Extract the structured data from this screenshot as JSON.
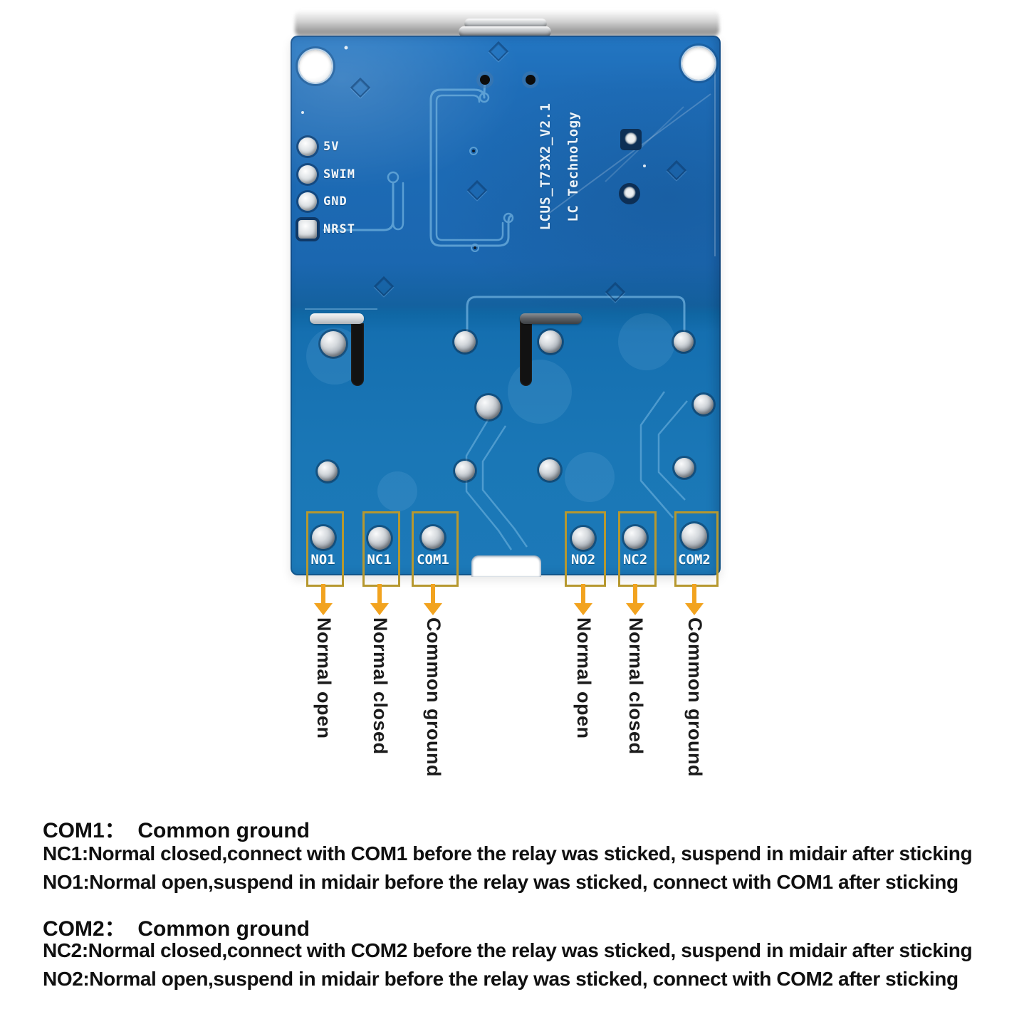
{
  "board": {
    "silkscreen": {
      "model": "LCUS_T73X2_V2.1",
      "brand": "LC Technology"
    },
    "pins": [
      {
        "label": "5V"
      },
      {
        "label": "SWIM"
      },
      {
        "label": "GND"
      },
      {
        "label": "NRST"
      }
    ],
    "terminals": [
      {
        "id": "NO1",
        "meaning": "Normal open"
      },
      {
        "id": "NC1",
        "meaning": "Normal closed"
      },
      {
        "id": "COM1",
        "meaning": "Common ground"
      },
      {
        "id": "NO2",
        "meaning": "Normal open"
      },
      {
        "id": "NC2",
        "meaning": "Normal closed"
      },
      {
        "id": "COM2",
        "meaning": "Common ground"
      }
    ]
  },
  "description": {
    "sections": [
      {
        "heading": "COM1：  Common ground",
        "lines": [
          "NC1:Normal closed,connect with COM1 before the relay was sticked, suspend in midair after sticking",
          "NO1:Normal open,suspend in midair before the relay was sticked, connect with COM1 after sticking"
        ]
      },
      {
        "heading": "COM2：  Common ground",
        "lines": [
          "NC2:Normal closed,connect with COM2 before the relay was sticked, suspend in midair after sticking",
          "NO2:Normal open,suspend in midair before the relay was sticked, connect with COM2 after sticking"
        ]
      }
    ]
  },
  "colors": {
    "board_blue": "#1c6bb2",
    "arrow_orange": "#f2a31f",
    "box_outline": "#b6982f"
  }
}
